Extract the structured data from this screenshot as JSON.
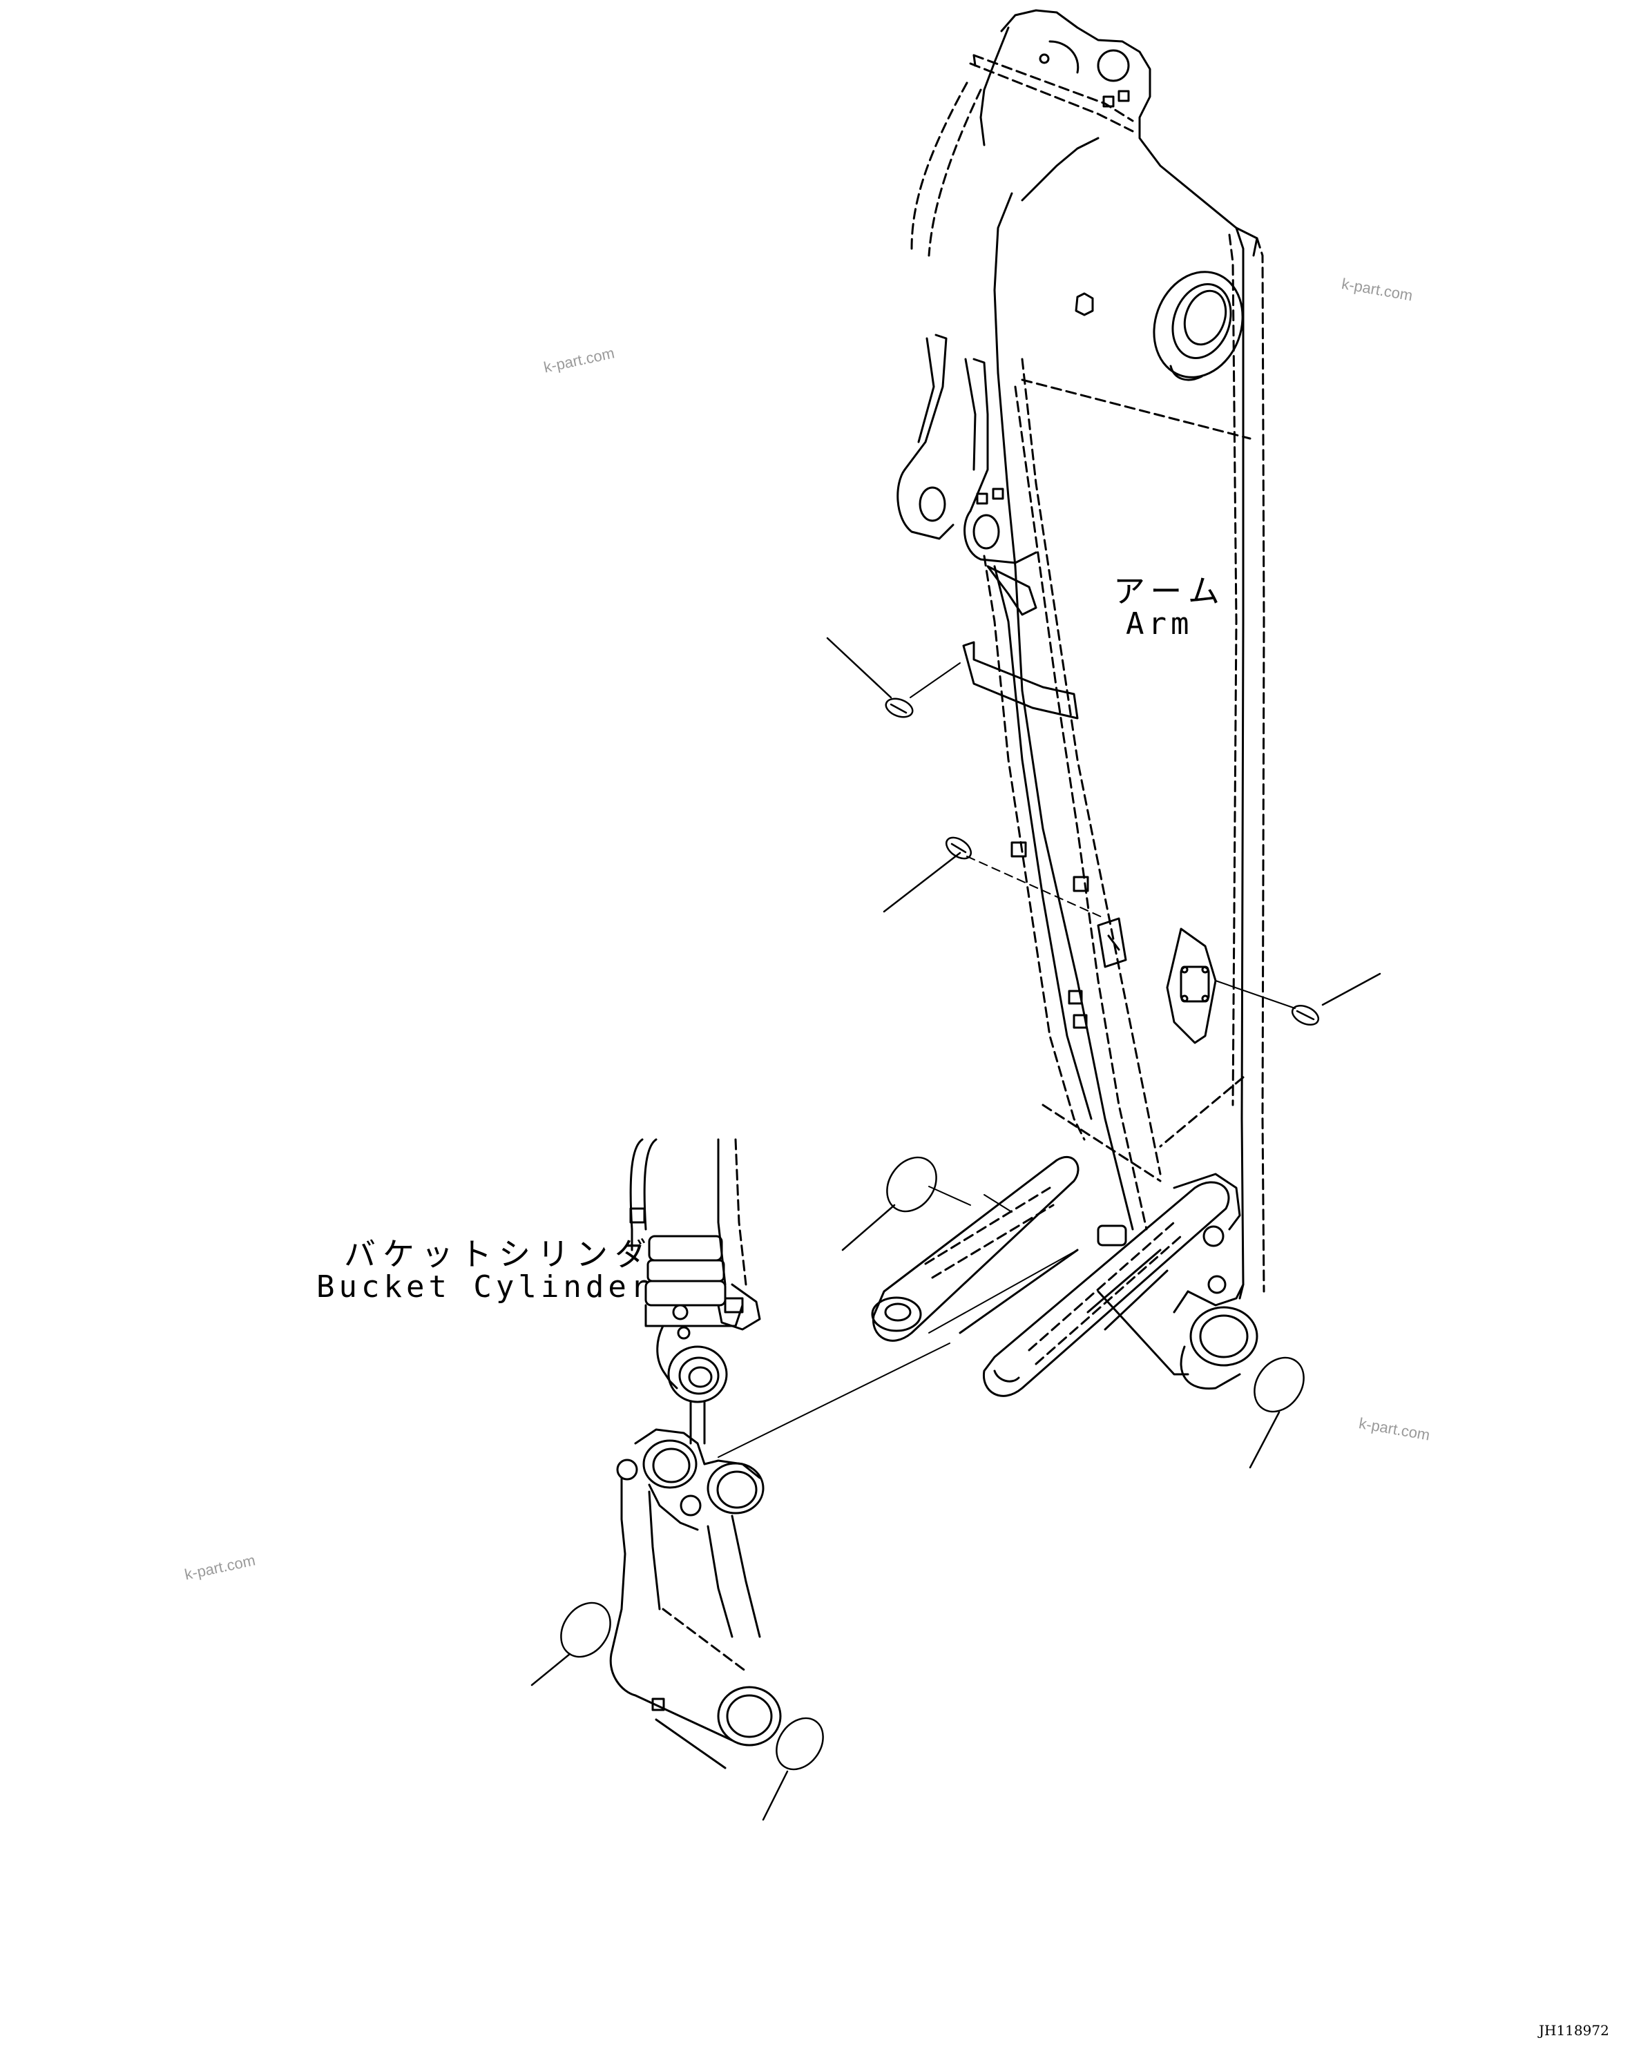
{
  "labels": {
    "arm_jp": "アーム",
    "arm_en": "Arm",
    "bucket_cylinder_jp": "バケットシリンダ",
    "bucket_cylinder_en": "Bucket Cylinder"
  },
  "watermarks": [
    "k-part.com",
    "k-part.com",
    "k-part.com",
    "k-part.com"
  ],
  "drawing_code": "JH118972",
  "colors": {
    "line": "#000000",
    "watermark": "#9a9a9a",
    "background": "#ffffff"
  }
}
